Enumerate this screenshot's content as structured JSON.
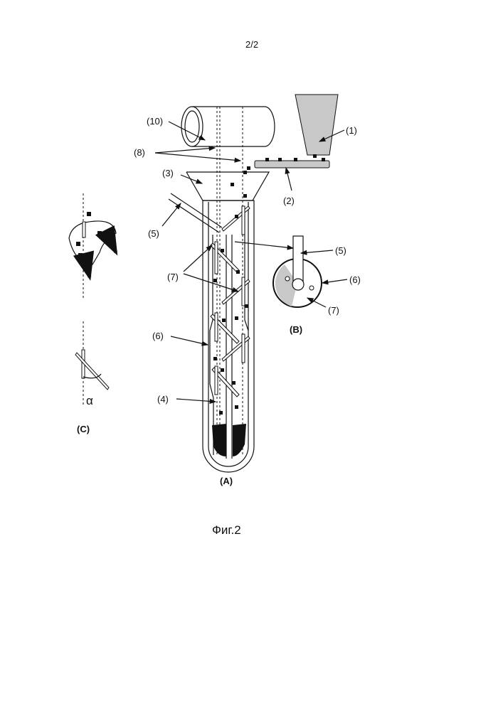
{
  "page_number": "2/2",
  "figure_caption": "Фиг.2",
  "labels": {
    "l1": "(1)",
    "l2": "(2)",
    "l3": "(3)",
    "l4": "(4)",
    "l5": "(5)",
    "l6": "(6)",
    "l7": "(7)",
    "l8": "(8)",
    "l10": "(10)",
    "b5": "(5)",
    "b6": "(6)",
    "b7": "(7)"
  },
  "views": {
    "a": "(A)",
    "b": "(B)",
    "c": "(C)"
  },
  "angle_symbol": "α",
  "colors": {
    "ink": "#111111",
    "hatch": "#c8c8c8"
  }
}
